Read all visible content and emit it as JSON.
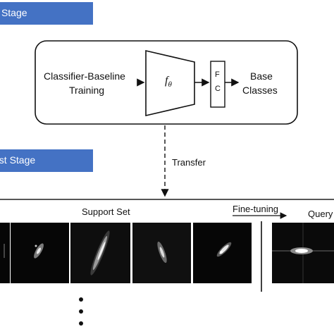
{
  "stages": {
    "training_tab": "Training Stage",
    "test_tab": "Test Stage"
  },
  "baseline_box": {
    "input_label_line1": "Classifier-Baseline",
    "input_label_line2": "Training",
    "feature_extractor": "f",
    "feature_extractor_sub": "θ",
    "fc_letter1": "F",
    "fc_letter2": "C",
    "output_line1": "Base",
    "output_line2": "Classes"
  },
  "transfer_label": "Transfer",
  "test_panel": {
    "support_set_label": "Support Set",
    "fine_tuning_label": "Fine-tuning",
    "query_label": "Query"
  },
  "colors": {
    "stage_tab": "#4472c4",
    "image_background": "#060606"
  }
}
